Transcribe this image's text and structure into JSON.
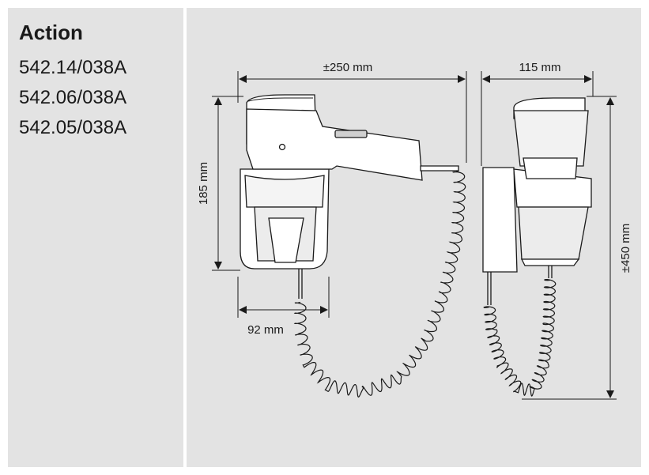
{
  "product": {
    "title": "Action",
    "models": [
      "542.14/038A",
      "542.06/038A",
      "542.05/038A"
    ]
  },
  "dimensions": {
    "width_total": "±250 mm",
    "depth": "115 mm",
    "height_holder": "185 mm",
    "width_holder": "92 mm",
    "height_total": "±450 mm"
  },
  "colors": {
    "panel": "#e3e3e3",
    "line": "#1a1a1a",
    "body": "#ffffff"
  }
}
